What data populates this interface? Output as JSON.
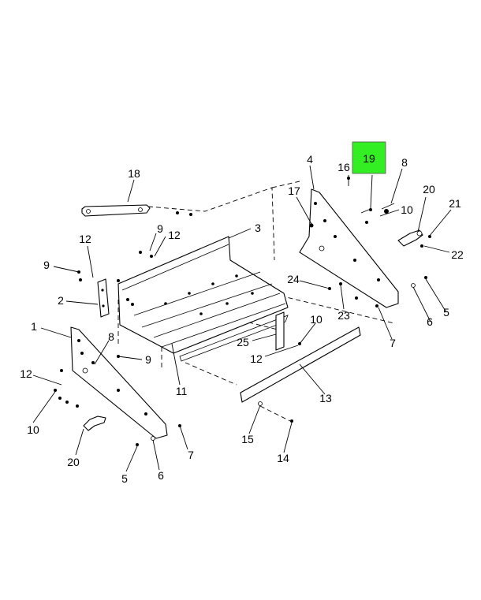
{
  "highlight": {
    "label": "19",
    "color": "#33ee22"
  },
  "callouts": [
    {
      "id": "c18",
      "text": "18"
    },
    {
      "id": "c9a",
      "text": "9"
    },
    {
      "id": "c12a",
      "text": "12"
    },
    {
      "id": "c3",
      "text": "3"
    },
    {
      "id": "c12b",
      "text": "12"
    },
    {
      "id": "c9b",
      "text": "9"
    },
    {
      "id": "c2",
      "text": "2"
    },
    {
      "id": "c1",
      "text": "1"
    },
    {
      "id": "c8a",
      "text": "8"
    },
    {
      "id": "c9c",
      "text": "9"
    },
    {
      "id": "c12c",
      "text": "12"
    },
    {
      "id": "c10a",
      "text": "10"
    },
    {
      "id": "c20a",
      "text": "20"
    },
    {
      "id": "c5a",
      "text": "5"
    },
    {
      "id": "c6a",
      "text": "6"
    },
    {
      "id": "c7a",
      "text": "7"
    },
    {
      "id": "c11",
      "text": "11"
    },
    {
      "id": "c4",
      "text": "4"
    },
    {
      "id": "c16",
      "text": "16"
    },
    {
      "id": "c8b",
      "text": "8"
    },
    {
      "id": "c17",
      "text": "17"
    },
    {
      "id": "c20b",
      "text": "20"
    },
    {
      "id": "c10b",
      "text": "10"
    },
    {
      "id": "c21",
      "text": "21"
    },
    {
      "id": "c22",
      "text": "22"
    },
    {
      "id": "c24",
      "text": "24"
    },
    {
      "id": "c23",
      "text": "23"
    },
    {
      "id": "c6b",
      "text": "6"
    },
    {
      "id": "c5b",
      "text": "5"
    },
    {
      "id": "c7b",
      "text": "7"
    },
    {
      "id": "c10c",
      "text": "10"
    },
    {
      "id": "c25",
      "text": "25"
    },
    {
      "id": "c12d",
      "text": "12"
    },
    {
      "id": "c13",
      "text": "13"
    },
    {
      "id": "c15",
      "text": "15"
    },
    {
      "id": "c14",
      "text": "14"
    }
  ]
}
